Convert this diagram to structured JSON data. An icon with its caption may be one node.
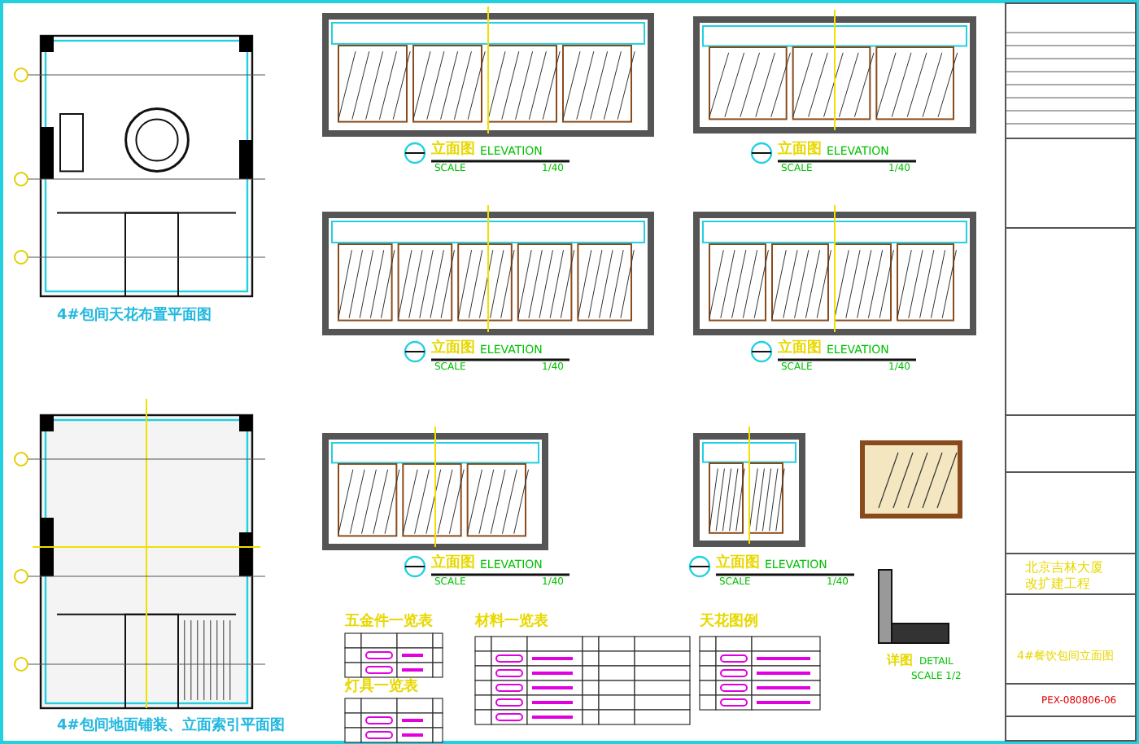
{
  "diagram": {
    "labels": [
      "立面图",
      "ELEVATION",
      "SCALE",
      "1/40",
      "立面图",
      "ELEVATION",
      "SCALE",
      "1/40",
      "4#包间天花布置平面图",
      "立面图",
      "ELEVATION",
      "SCALE",
      "1/40",
      "立面图",
      "ELEVATION",
      "SCALE",
      "1/40",
      "立面图",
      "ELEVATION",
      "SCALE",
      "1/40",
      "立面图",
      "ELEVATION",
      "SCALE",
      "1/40",
      "五金件一览表",
      "材料一览表",
      "天花图例",
      "灯具一览表",
      "详图",
      "DETAIL",
      "SCALE 1/2",
      "4#包间地面铺装、立面索引平面图",
      "北京吉林大厦",
      "改扩建工程",
      "4#餐饮包间立面图",
      "PEX-080806-06"
    ]
  }
}
